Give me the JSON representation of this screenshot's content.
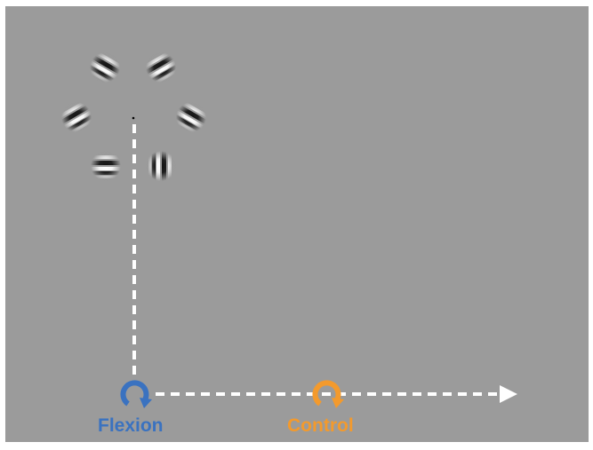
{
  "colors": {
    "background": "#9b9b9b",
    "path": "#ffffff",
    "flexion": "#3a72c0",
    "control": "#f39a2d",
    "fixation": "#000000"
  },
  "gabors": [
    {
      "id": "gabor-1",
      "orientation_deg": 30
    },
    {
      "id": "gabor-2",
      "orientation_deg": -30
    },
    {
      "id": "gabor-3",
      "orientation_deg": -30
    },
    {
      "id": "gabor-4",
      "orientation_deg": 30
    },
    {
      "id": "gabor-5",
      "orientation_deg": 0
    },
    {
      "id": "gabor-6",
      "orientation_deg": 90
    }
  ],
  "markers": [
    {
      "id": "flexion",
      "label": "Flexion",
      "icon": "rotate-clockwise-icon",
      "color": "#3a72c0"
    },
    {
      "id": "control",
      "label": "Control",
      "icon": "rotate-clockwise-icon",
      "color": "#f39a2d"
    }
  ]
}
